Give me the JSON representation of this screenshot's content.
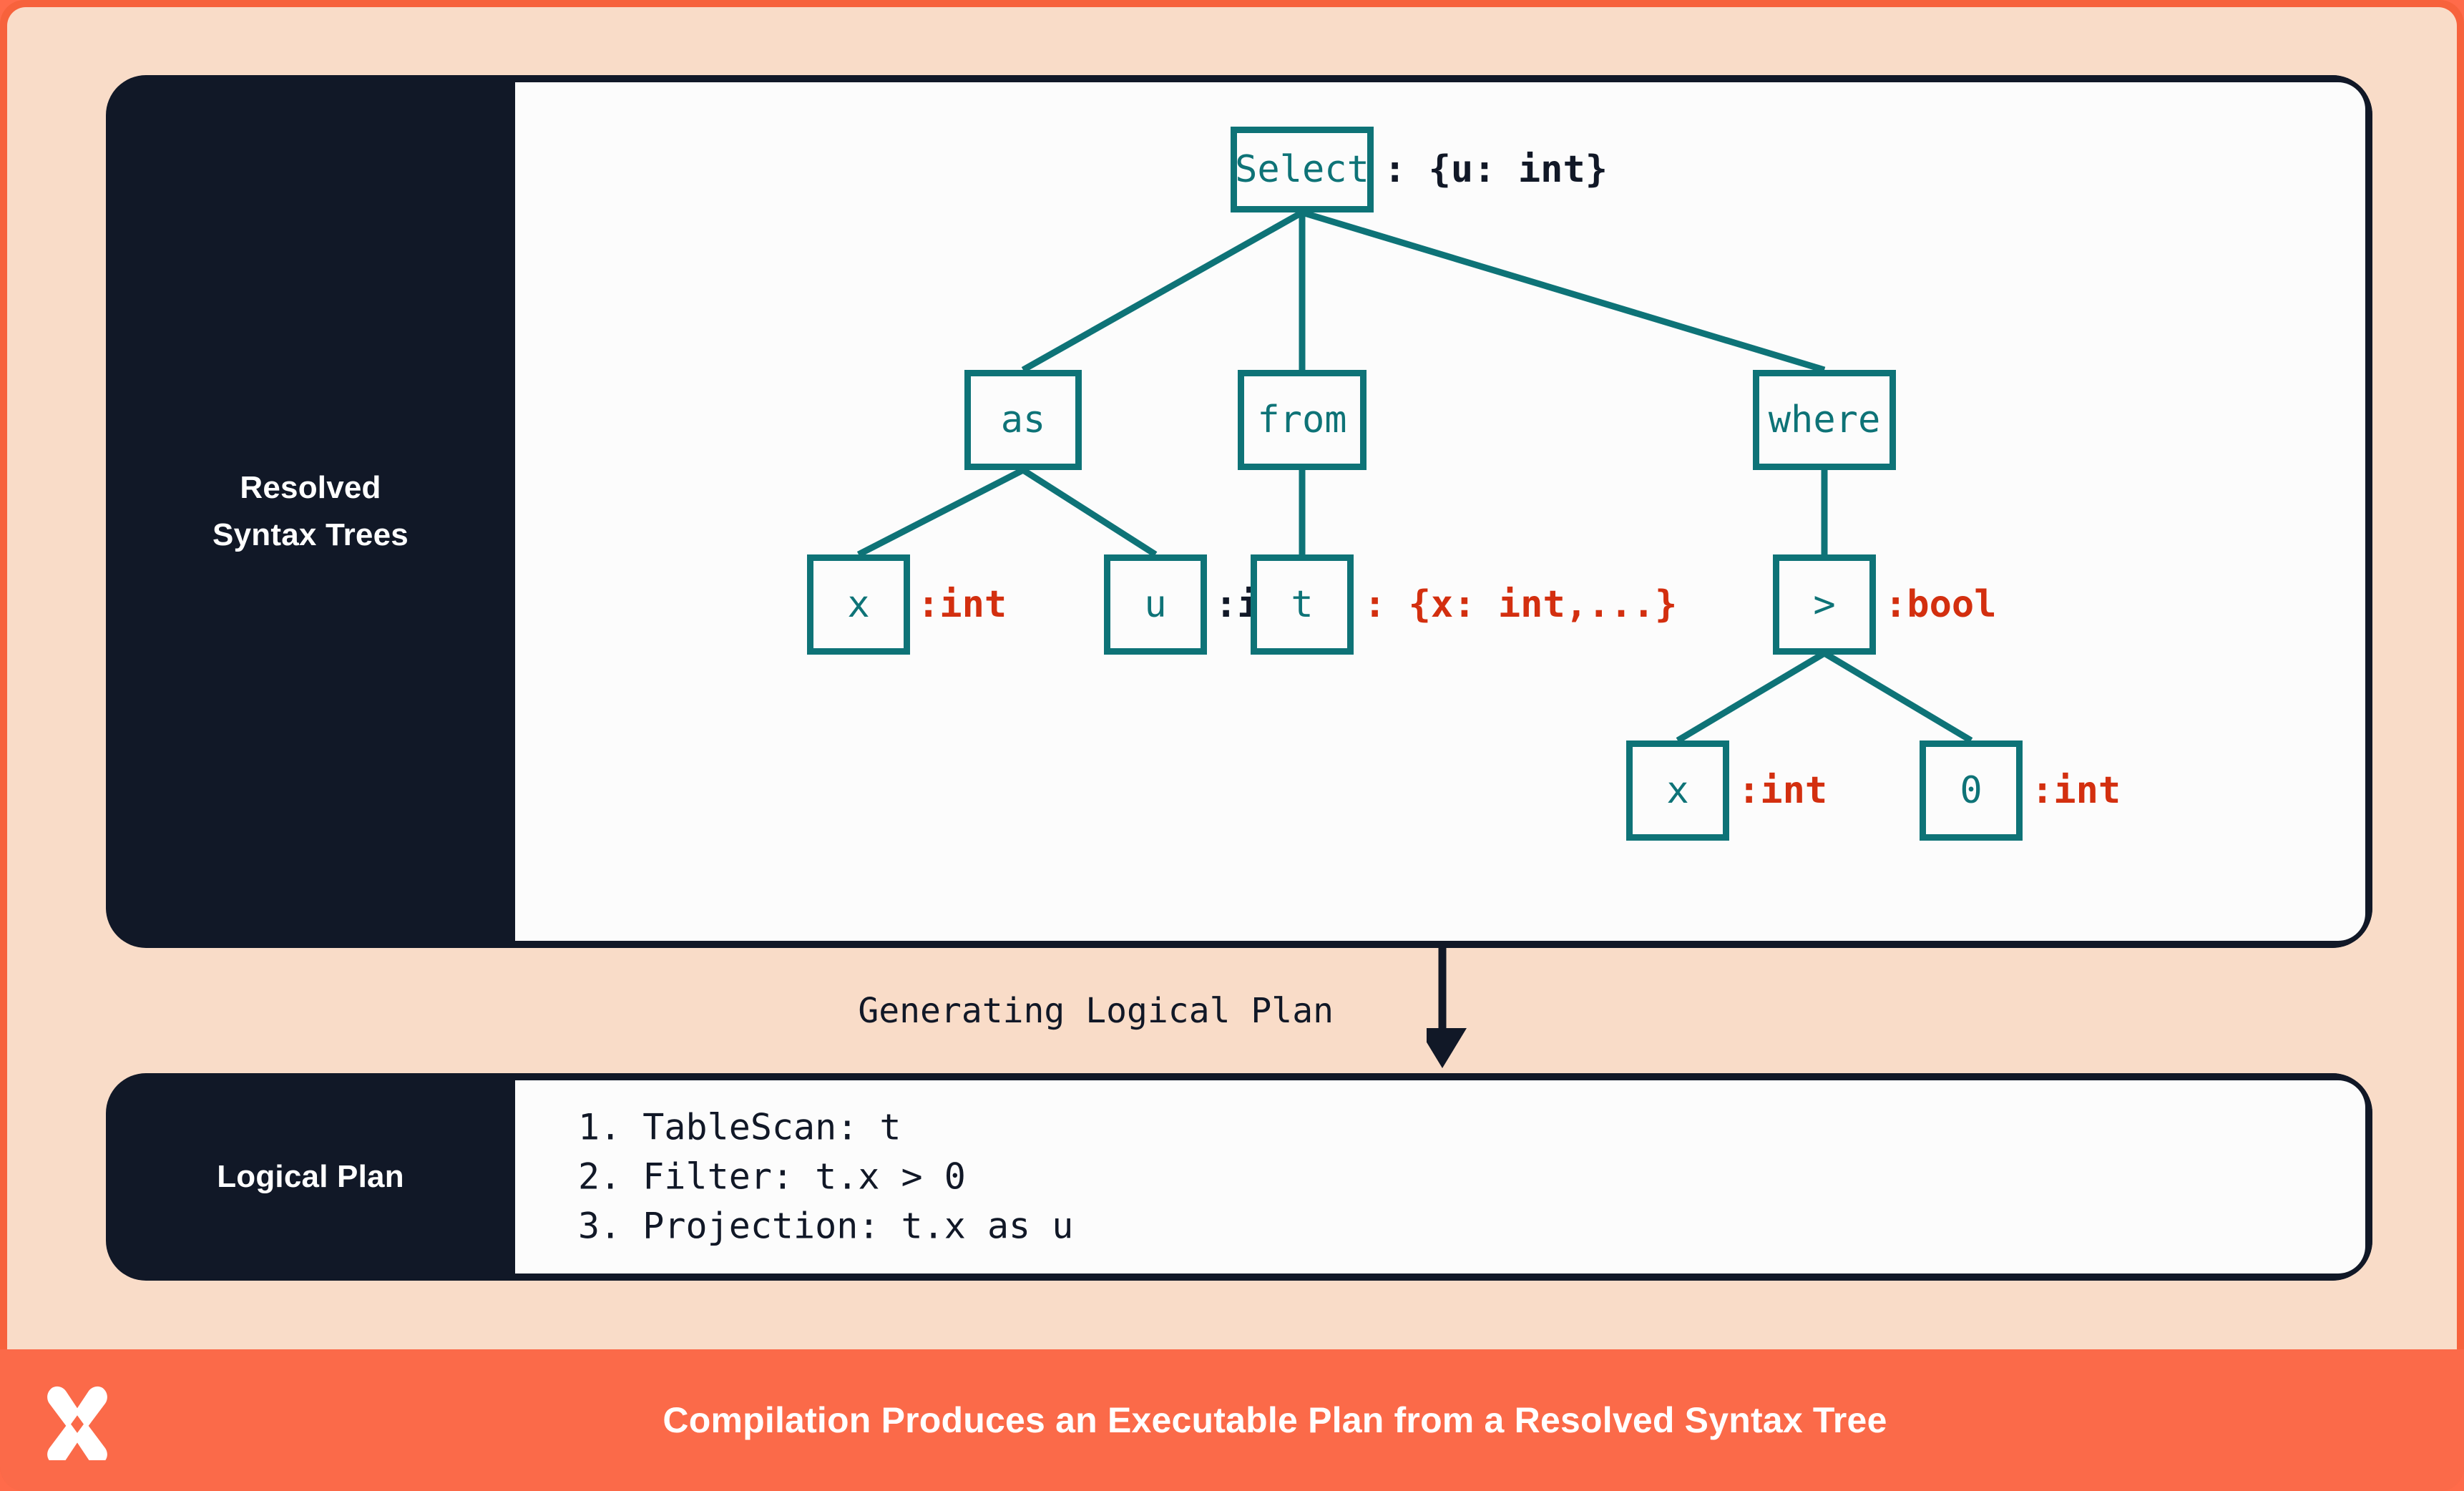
{
  "theme": {
    "frame_border": "#F7623C",
    "page_background": "#F9DCC8",
    "panel_dark": "#111827",
    "panel_canvas": "#FCFCFC",
    "accent_teal": "#0E7377",
    "accent_red": "#D32F0F",
    "footer_background": "#FB6A49"
  },
  "tree_panel": {
    "label": "Resolved\nSyntax Trees",
    "label_line1": "Resolved",
    "label_line2": "Syntax Trees",
    "nodes": [
      {
        "id": "select",
        "text": "Select",
        "type_annotation": ": {u: int}",
        "type_color": "dark"
      },
      {
        "id": "as",
        "text": "as",
        "type_annotation": "",
        "type_color": ""
      },
      {
        "id": "from",
        "text": "from",
        "type_annotation": "",
        "type_color": ""
      },
      {
        "id": "where",
        "text": "where",
        "type_annotation": "",
        "type_color": ""
      },
      {
        "id": "as-x",
        "text": "x",
        "type_annotation": ":int",
        "type_color": "red"
      },
      {
        "id": "as-u",
        "text": "u",
        "type_annotation": ":int",
        "type_color": "dark"
      },
      {
        "id": "from-t",
        "text": "t",
        "type_annotation": ": {x: int,...}",
        "type_color": "red"
      },
      {
        "id": "gt",
        "text": ">",
        "type_annotation": ":bool",
        "type_color": "red"
      },
      {
        "id": "gt-x",
        "text": "x",
        "type_annotation": ":int",
        "type_color": "red"
      },
      {
        "id": "gt-0",
        "text": "0",
        "type_annotation": ":int",
        "type_color": "red"
      }
    ],
    "edges": [
      [
        "select",
        "as"
      ],
      [
        "select",
        "from"
      ],
      [
        "select",
        "where"
      ],
      [
        "as",
        "as-x"
      ],
      [
        "as",
        "as-u"
      ],
      [
        "from",
        "from-t"
      ],
      [
        "where",
        "gt"
      ],
      [
        "gt",
        "gt-x"
      ],
      [
        "gt",
        "gt-0"
      ]
    ]
  },
  "transition": {
    "label": "Generating Logical Plan",
    "direction": "down"
  },
  "plan_panel": {
    "label": "Logical Plan",
    "lines": [
      "1. TableScan: t",
      "2. Filter: t.x > 0",
      "3. Projection: t.x as u"
    ]
  },
  "footer": {
    "caption": "Compilation Produces an Executable Plan from a Resolved Syntax Tree",
    "logo": "x-mark-logo"
  }
}
